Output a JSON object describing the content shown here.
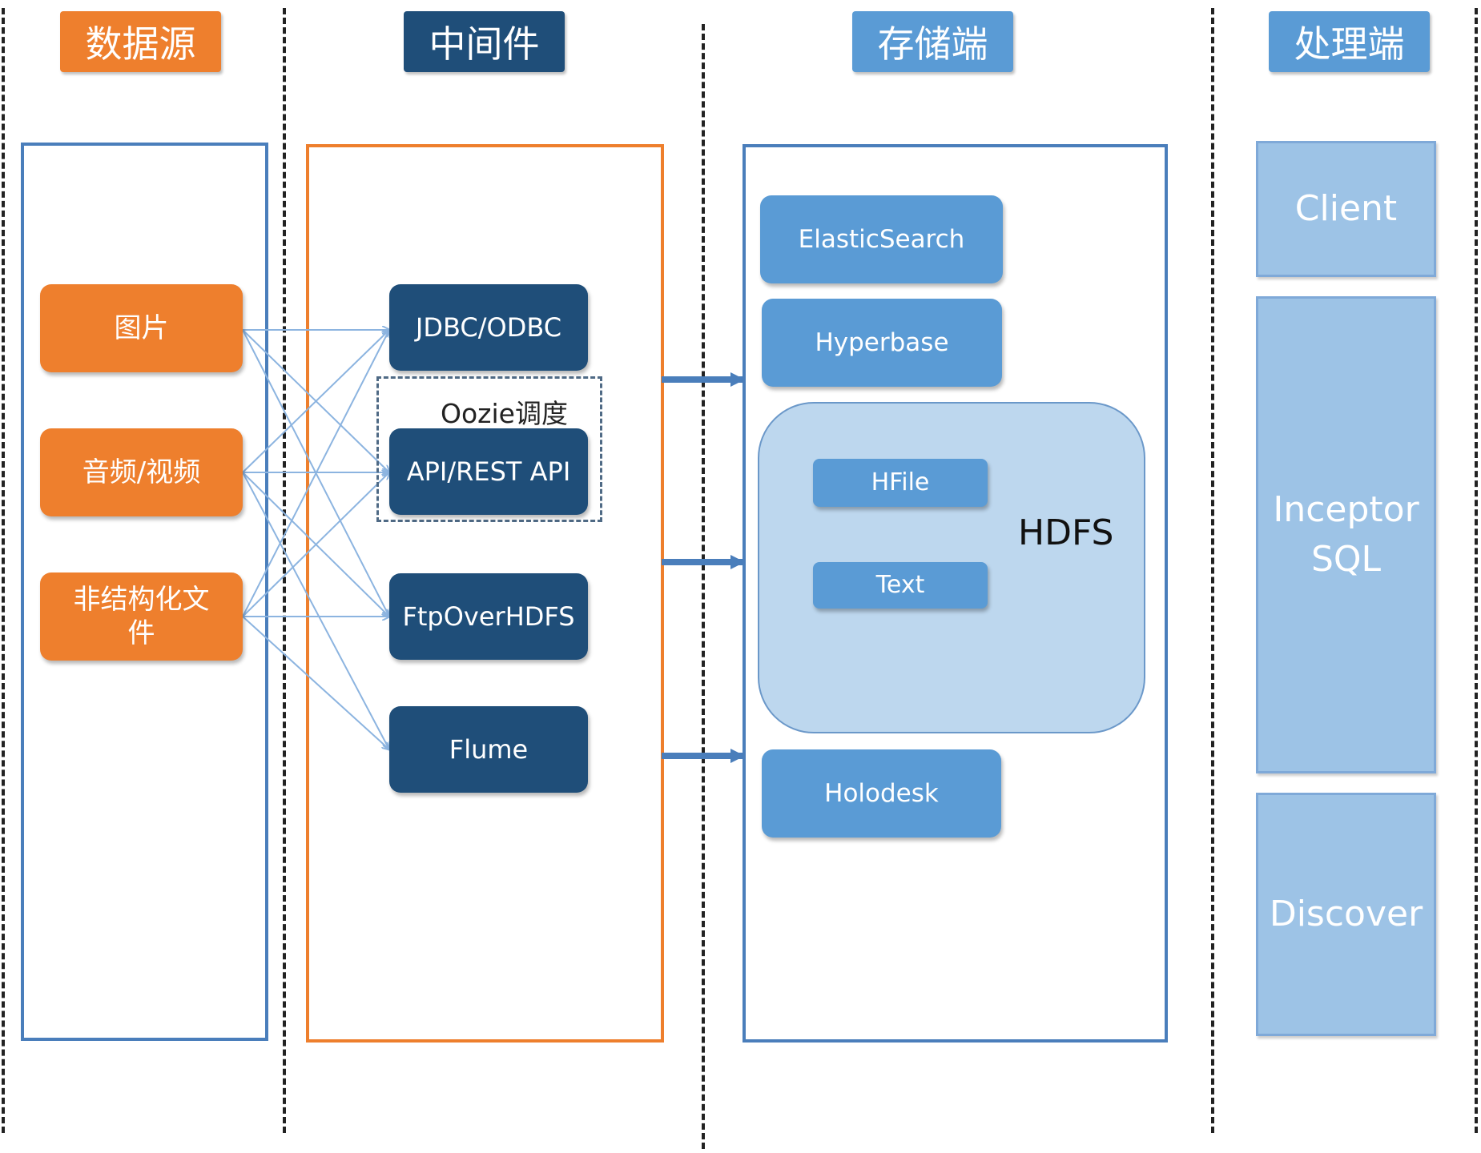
{
  "colors": {
    "orange": "#ee7f2d",
    "navy": "#1f4e79",
    "blue_mid": "#5a9bd5",
    "blue_light": "#9dc3e6",
    "hdfs_fill": "#bdd7ee",
    "panel_blue": "#4a7ebb",
    "panel_orange": "#ee7f2d",
    "connector": "#8cb4e0",
    "arrow": "#4a7ebb"
  },
  "headers": {
    "source": "数据源",
    "middleware": "中间件",
    "storage": "存储端",
    "processing": "处理端"
  },
  "sources": {
    "image": "图片",
    "audio_video": "音频/视频",
    "unstructured": "非结构化文件"
  },
  "middleware": {
    "jdbc": "JDBC/ODBC",
    "oozie": "Oozie调度",
    "api": "API/REST API",
    "ftp": "FtpOverHDFS",
    "flume": "Flume"
  },
  "storage": {
    "elasticsearch": "ElasticSearch",
    "hyperbase": "Hyperbase",
    "hdfs": "HDFS",
    "hfile": "HFile",
    "text": "Text",
    "holodesk": "Holodesk"
  },
  "processing": {
    "client": "Client",
    "inceptor": "Inceptor SQL",
    "discover": "Discover"
  }
}
